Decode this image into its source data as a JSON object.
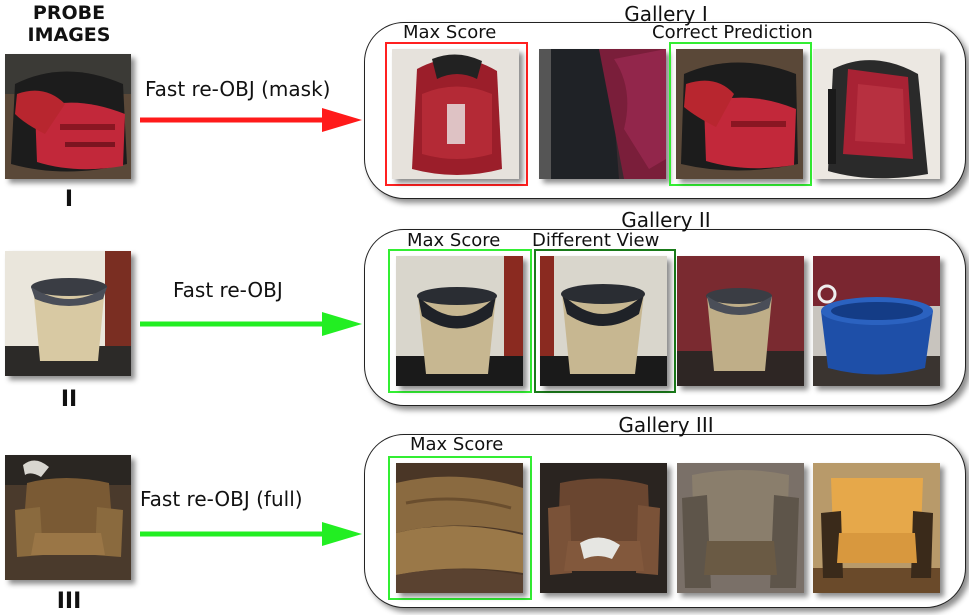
{
  "probe_header": [
    "PROBE",
    "IMAGES"
  ],
  "rows": [
    {
      "roman": "I",
      "method": "Fast re-OBJ (mask)",
      "arrow_color": "#ff1a1a",
      "gallery_title": "Gallery I",
      "labels": [
        "Max Score",
        "Correct Prediction"
      ],
      "highlight_colors": [
        "#ff2020",
        "#33ee33"
      ]
    },
    {
      "roman": "II",
      "method": "Fast re-OBJ",
      "arrow_color": "#22ee22",
      "gallery_title": "Gallery II",
      "labels": [
        "Max Score",
        "Different View"
      ],
      "highlight_colors": [
        "#33ee33",
        "#1a7a1a"
      ]
    },
    {
      "roman": "III",
      "method": "Fast re-OBJ (full)",
      "arrow_color": "#22ee22",
      "gallery_title": "Gallery III",
      "labels": [
        "Max Score"
      ],
      "highlight_colors": [
        "#33ee33"
      ]
    }
  ]
}
